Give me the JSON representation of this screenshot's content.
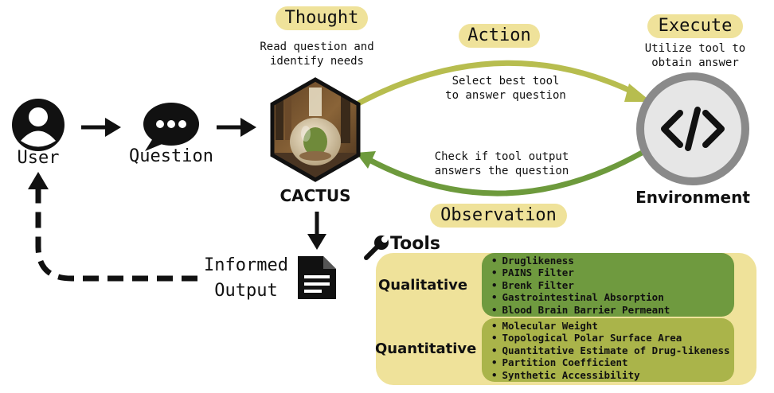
{
  "labels": {
    "thought": "Thought",
    "thought_caption": [
      "Read question and",
      "identify needs"
    ],
    "action": "Action",
    "action_caption": [
      "Select best tool",
      "to answer question"
    ],
    "execute": "Execute",
    "execute_caption": [
      "Utilize tool to",
      "obtain answer"
    ],
    "observation": "Observation",
    "observation_caption": [
      "Check if tool output",
      "answers the question"
    ],
    "user": "User",
    "question": "Question",
    "cactus": "CACTUS",
    "environment": "Environment",
    "informed_output": [
      "Informed",
      "Output"
    ],
    "tools": "Tools"
  },
  "tools": {
    "qualitative": {
      "title": "Qualitative",
      "items": [
        "Druglikeness",
        "PAINS Filter",
        "Brenk Filter",
        "Gastrointestinal Absorption",
        "Blood Brain Barrier Permeant"
      ]
    },
    "quantitative": {
      "title": "Quantitative",
      "items": [
        "Molecular Weight",
        "Topological Polar Surface Area",
        "Quantitative Estimate of Drug-likeness",
        "Partition Coefficient",
        "Synthetic Accessibility"
      ]
    }
  },
  "colors": {
    "pill_bg": "#efe29a",
    "action_arrow": "#b7bd4f",
    "observation_arrow": "#6d9a3c",
    "qualitative_box": "#6f9a3f",
    "quantitative_box": "#aab44a",
    "environment_ring": "#8a8a8a",
    "environment_fill": "#e6e6e6"
  },
  "icons": {
    "user": "user-icon",
    "question": "speech-bubble-icon",
    "cactus": "cactus-flask-hexagon-icon",
    "environment": "code-brackets-icon",
    "document": "document-icon",
    "wrench": "wrench-icon"
  }
}
